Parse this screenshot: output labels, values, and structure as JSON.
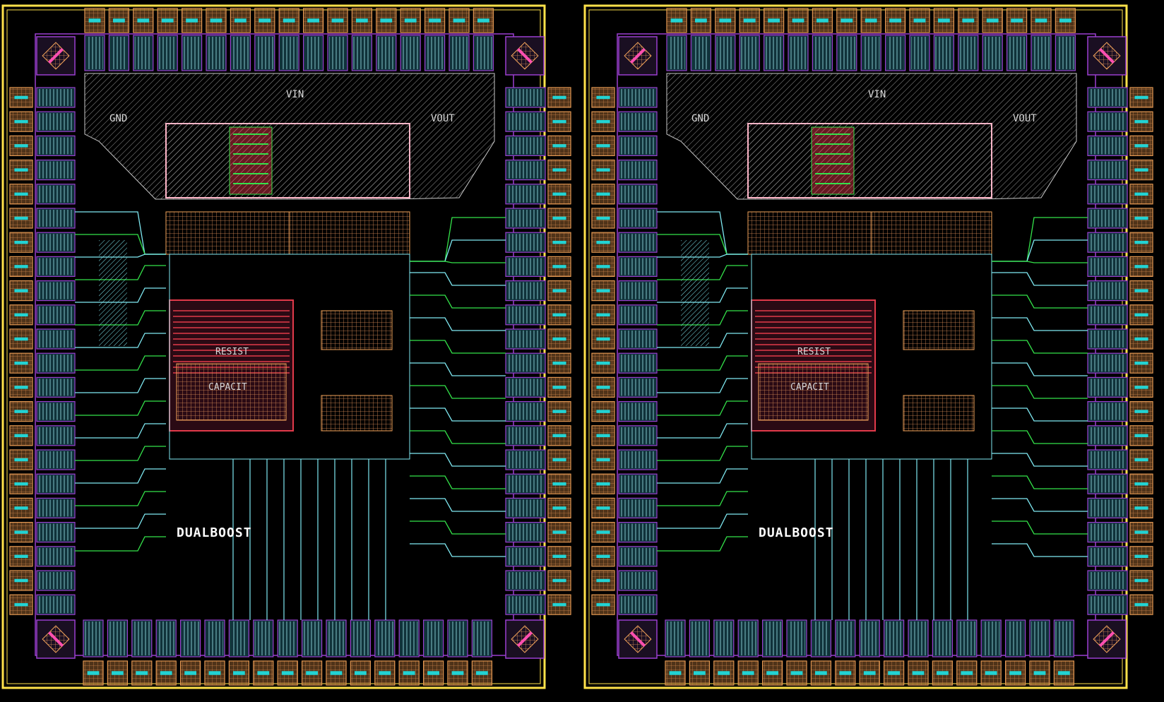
{
  "viewports": [
    {
      "id": "left",
      "chip_name": "DUALBOOST",
      "labels": {
        "gnd": "GND",
        "vin": "VIN",
        "vout": "VOUT",
        "resistor": "RESIST",
        "capacitor": "CAPACIT"
      }
    },
    {
      "id": "right",
      "chip_name": "DUALBOOST",
      "labels": {
        "gnd": "GND",
        "vin": "VIN",
        "vout": "VOUT",
        "resistor": "RESIST",
        "capacitor": "CAPACIT"
      }
    }
  ],
  "colors": {
    "frame": "#ffe24a",
    "pad_fill": "#b07038",
    "pad_edge": "#f2a35a",
    "pad_center": "#22d3d3",
    "cyan_metal": "#7fe9f2",
    "purple": "#9a3fd0",
    "magenta": "#ff4fb0",
    "green": "#34e34a",
    "red": "#e23a4a",
    "white_route": "#c8c8c8",
    "grey_hatch": "#8a8a8a"
  },
  "icons": [
    "corner-cell-icon",
    "bond-pad-icon"
  ]
}
